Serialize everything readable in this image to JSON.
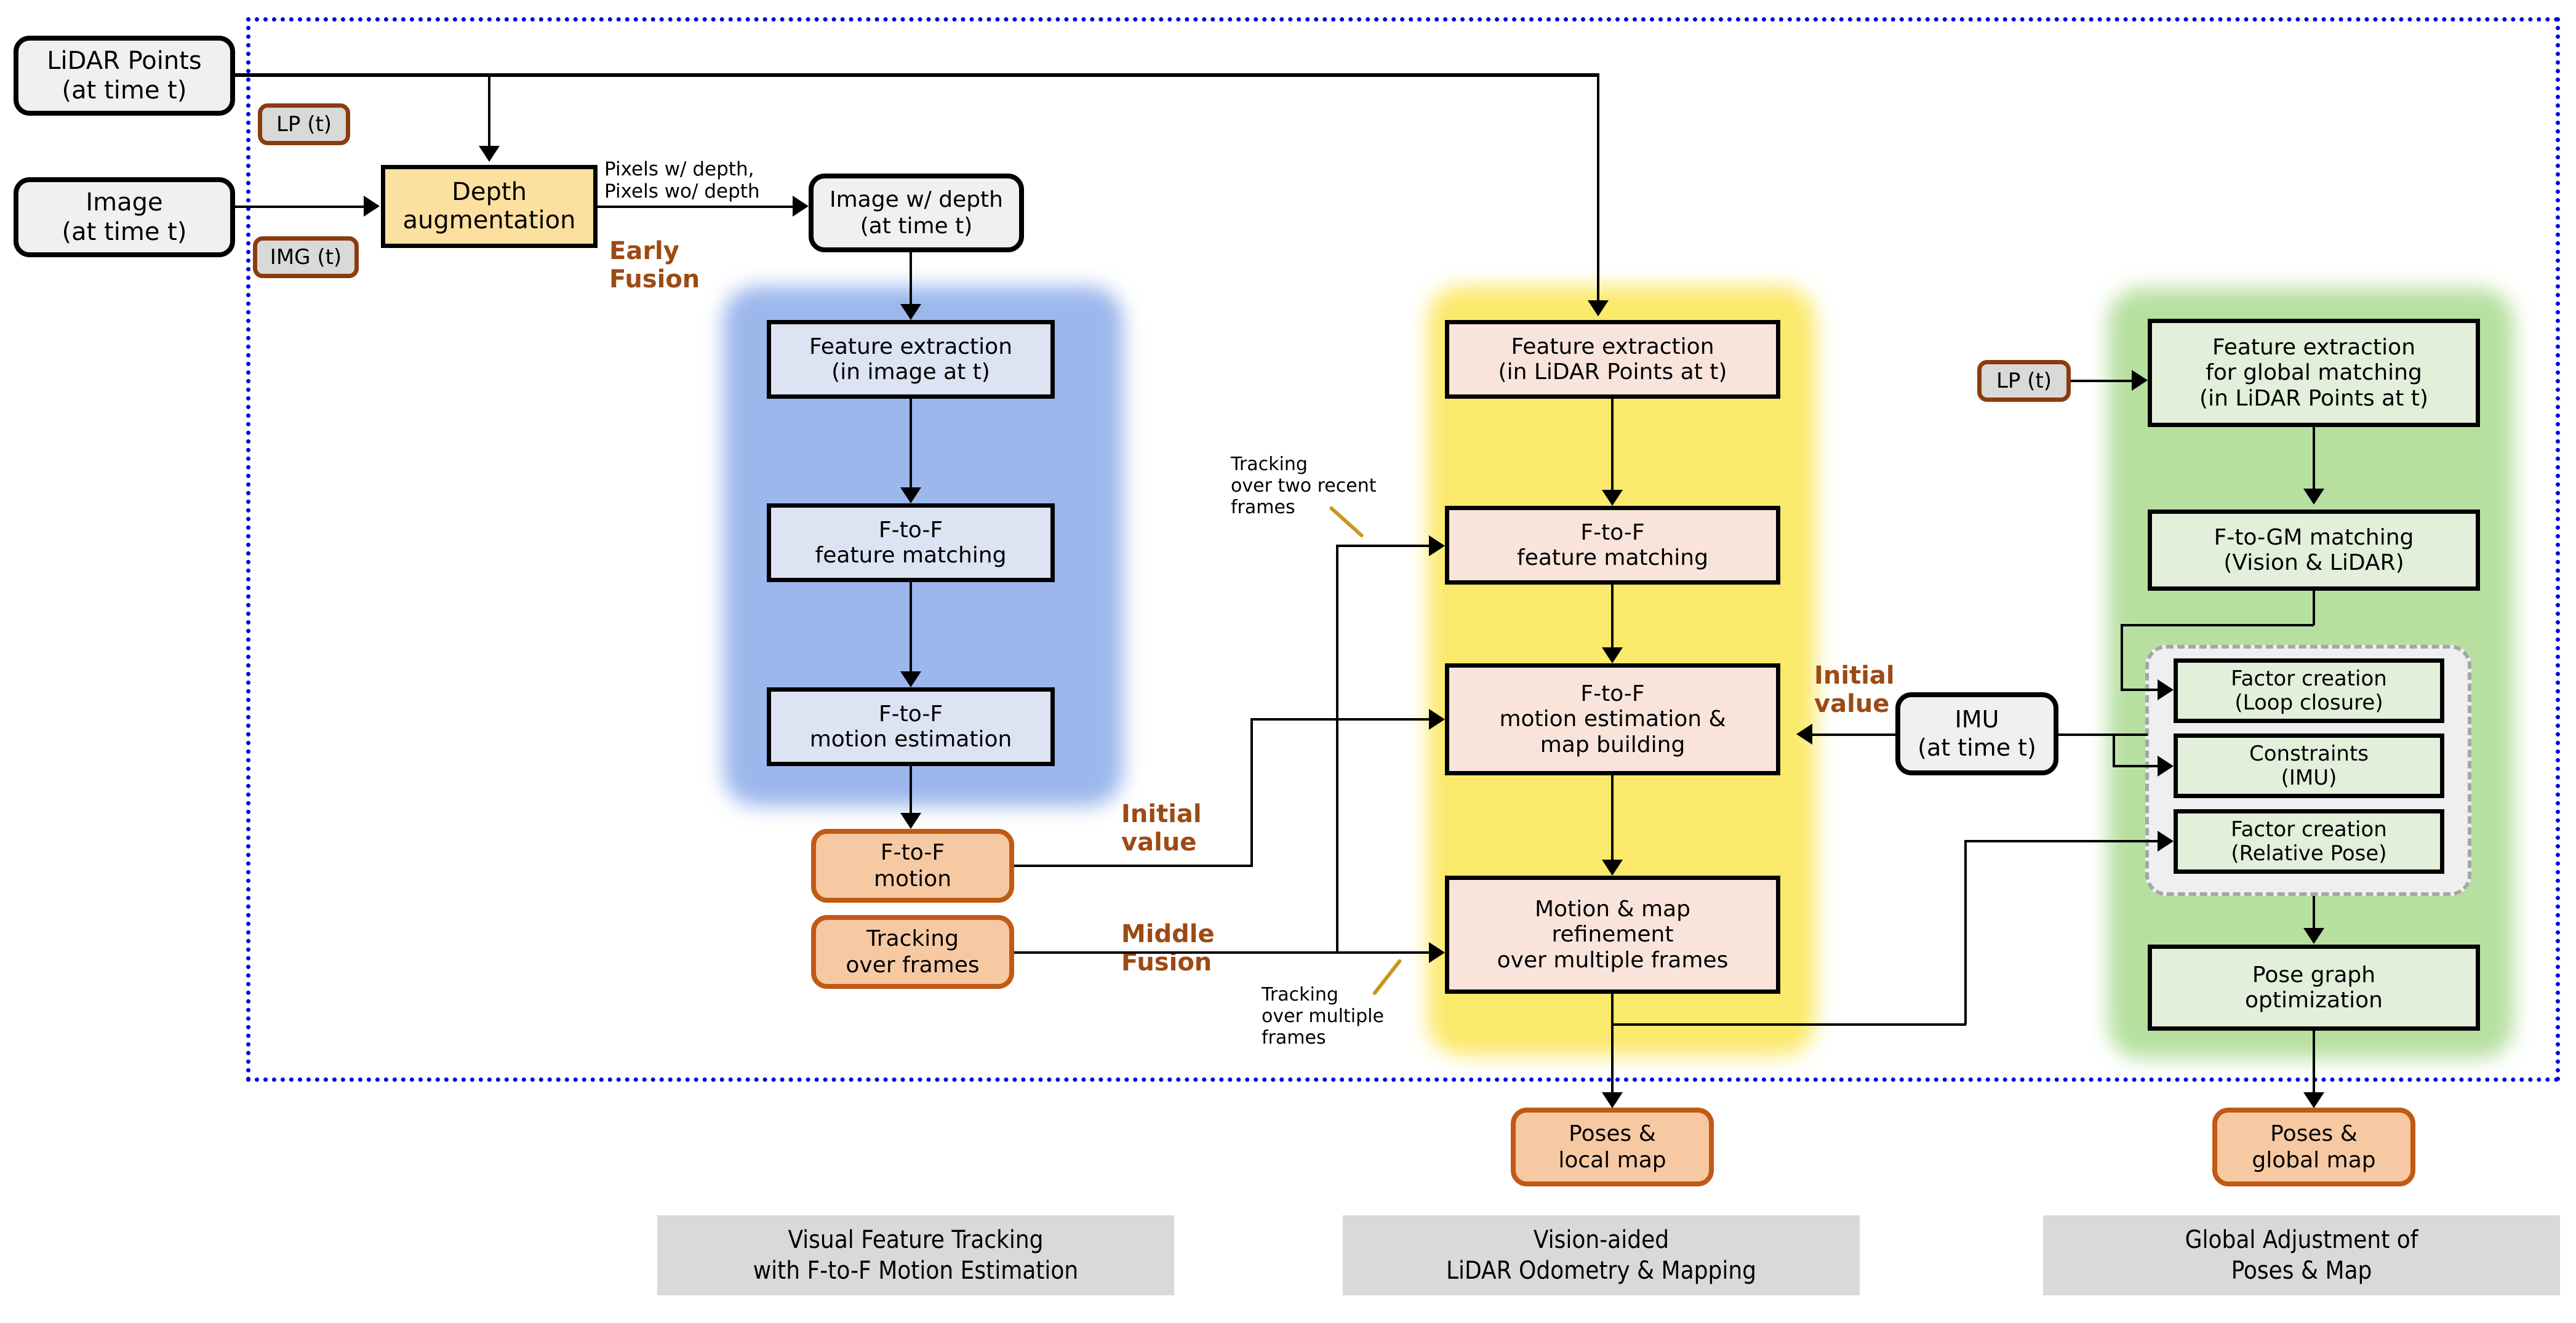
{
  "diagram": {
    "title": "LiDAR-Visual-Inertial SLAM pipeline",
    "colors": {
      "boundary": "#0000E0",
      "panel_blue": "#9CB7EC",
      "panel_yellow": "#FBE96B",
      "panel_green": "#B7E0A0",
      "accent_brown": "#9C4A14",
      "tag_border": "#8A3C10",
      "orange_border": "#C05A14",
      "orange_fill": "#F7C9A3",
      "tick_gold": "#C9961E"
    }
  },
  "inputs": {
    "lidar_points": "LiDAR Points\n(at time t)",
    "lidar_points_l1": "LiDAR Points",
    "lidar_points_l2": "(at time t)",
    "image_l1": "Image",
    "image_l2": "(at time t)",
    "imu_l1": "IMU",
    "imu_l2": "(at time t)"
  },
  "tags": {
    "lp_t": "LP (t)",
    "img_t": "IMG (t)",
    "lp_t_right": "LP (t)"
  },
  "early": {
    "depth_aug_l1": "Depth",
    "depth_aug_l2": "augmentation",
    "edge_label_l1": "Pixels w/ depth,",
    "edge_label_l2": "Pixels wo/ depth",
    "image_depth_l1": "Image w/ depth",
    "image_depth_l2": "(at time t)",
    "fusion_l1": "Early",
    "fusion_l2": "Fusion"
  },
  "vision_column": {
    "boxes": [
      {
        "l1": "Feature extraction",
        "l2": "(in image at t)"
      },
      {
        "l1": "F-to-F",
        "l2": "feature matching"
      },
      {
        "l1": "F-to-F",
        "l2": "motion estimation"
      }
    ],
    "outputs": [
      {
        "l1": "F-to-F",
        "l2": "motion"
      },
      {
        "l1": "Tracking",
        "l2": "over frames"
      }
    ],
    "caption_l1": "Visual Feature Tracking",
    "caption_l2": "with F-to-F Motion Estimation"
  },
  "lidar_column": {
    "boxes": [
      {
        "l1": "Feature extraction",
        "l2": "(in LiDAR Points at t)"
      },
      {
        "l1": "F-to-F",
        "l2": "feature matching"
      },
      {
        "l1": "F-to-F",
        "l2": "motion estimation &",
        "l3": "map building"
      },
      {
        "l1": "Motion & map",
        "l2": "refinement",
        "l3": "over multiple frames"
      }
    ],
    "output": {
      "l1": "Poses &",
      "l2": "local map"
    },
    "caption_l1": "Vision-aided",
    "caption_l2": "LiDAR Odometry & Mapping"
  },
  "global_column": {
    "boxes": [
      {
        "l1": "Feature extraction",
        "l2": "for global matching",
        "l3": "(in LiDAR Points at t)"
      },
      {
        "l1": "F-to-GM matching",
        "l2": "(Vision & LiDAR)"
      }
    ],
    "factor_group": [
      {
        "l1": "Factor creation",
        "l2": "(Loop closure)"
      },
      {
        "l1": "Constraints",
        "l2": "(IMU)"
      },
      {
        "l1": "Factor creation",
        "l2": "(Relative Pose)"
      }
    ],
    "pose_graph": {
      "l1": "Pose graph",
      "l2": "optimization"
    },
    "output": {
      "l1": "Poses &",
      "l2": "global map"
    },
    "caption_l1": "Global Adjustment of",
    "caption_l2": "Poses & Map"
  },
  "annotations": {
    "middle_fusion_l1": "Middle",
    "middle_fusion_l2": "Fusion",
    "initial_value_left_l1": "Initial",
    "initial_value_left_l2": "value",
    "initial_value_right_l1": "Initial",
    "initial_value_right_l2": "value",
    "tracking_two_l1": "Tracking",
    "tracking_two_l2": "over two recent",
    "tracking_two_l3": "frames",
    "tracking_multi_l1": "Tracking",
    "tracking_multi_l2": "over multiple",
    "tracking_multi_l3": "frames"
  }
}
